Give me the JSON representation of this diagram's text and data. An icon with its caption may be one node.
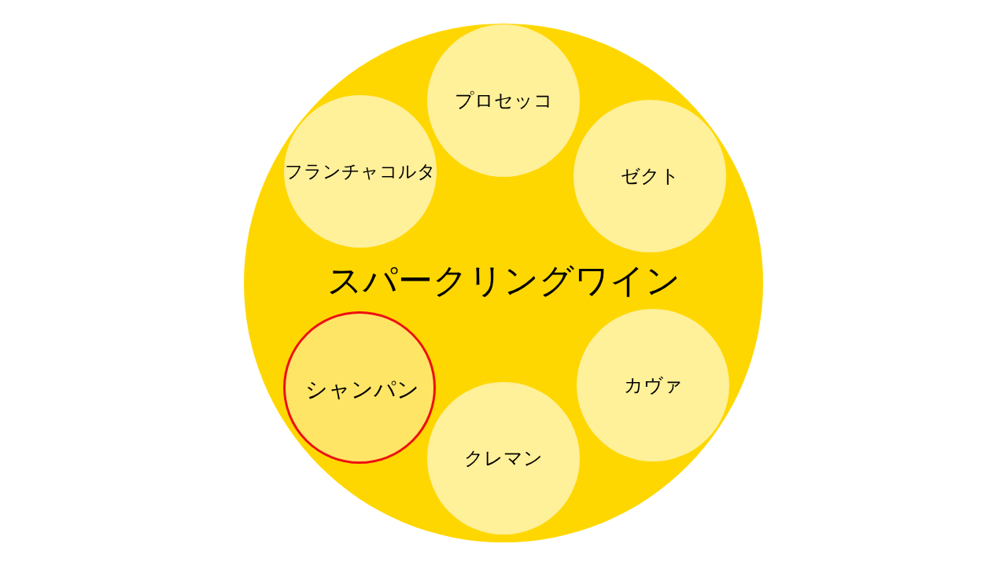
{
  "diagram": {
    "nodes": [
      {
        "text": [
          "スパークリングワイン"
        ]
      },
      {
        "text": [
          "プロセッコ"
        ],
        "in": 0
      },
      {
        "text": [
          "フランチャコルタ"
        ],
        "in": 0
      },
      {
        "text": [
          "ゼクト"
        ],
        "in": 0
      },
      {
        "text": [
          "シャンパン"
        ],
        "in": 0
      },
      {
        "text": [
          "カヴァ"
        ],
        "in": 0
      },
      {
        "text": [
          "クレマン"
        ],
        "in": 0
      }
    ]
  }
}
